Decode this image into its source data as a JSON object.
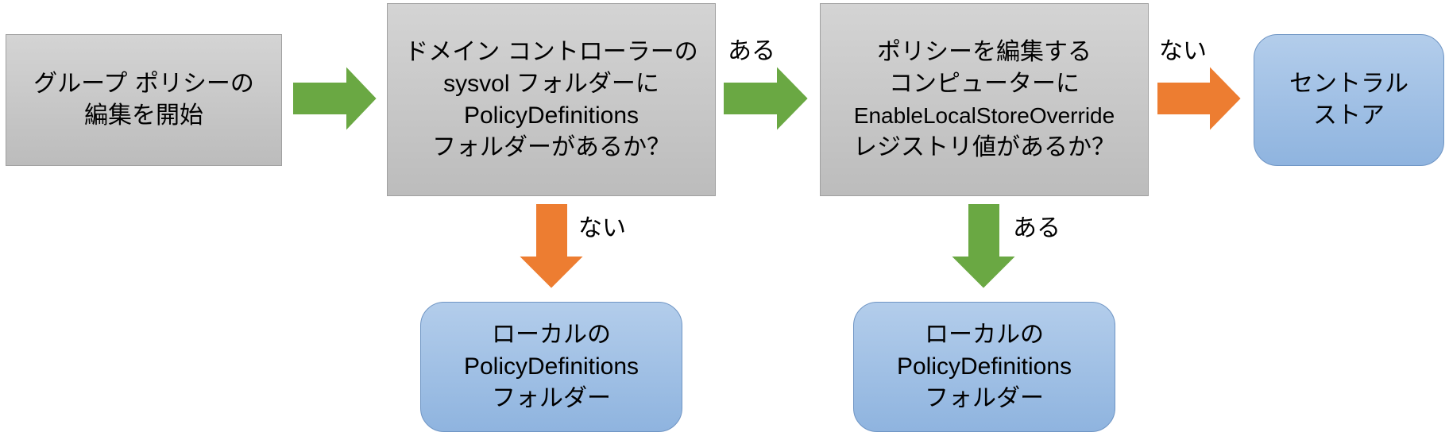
{
  "colors": {
    "yes_arrow": "#6aa843",
    "no_arrow": "#ed7d31",
    "decision_box": "#c8c8c8",
    "result_box": "#9dbde3"
  },
  "nodes": {
    "start": {
      "lines": [
        "グループ ポリシーの",
        "編集を開始"
      ]
    },
    "decision1": {
      "lines": [
        "ドメイン コントローラーの",
        "sysvol フォルダーに",
        "PolicyDefinitions",
        "フォルダーがあるか？"
      ]
    },
    "decision2": {
      "lines": [
        "ポリシーを編集する",
        "コンピューターに",
        "EnableLocalStoreOverride",
        "レジストリ値があるか？"
      ]
    },
    "central": {
      "lines": [
        "セントラル",
        "ストア"
      ]
    },
    "local1": {
      "lines": [
        "ローカルの",
        "PolicyDefinitions",
        "フォルダー"
      ]
    },
    "local2": {
      "lines": [
        "ローカルの",
        "PolicyDefinitions",
        "フォルダー"
      ]
    }
  },
  "edges": {
    "start_to_d1": {
      "direction": "right",
      "color": "yes"
    },
    "d1_yes": {
      "label": "ある",
      "direction": "right",
      "color": "yes"
    },
    "d1_no": {
      "label": "ない",
      "direction": "down",
      "color": "no"
    },
    "d2_no": {
      "label": "ない",
      "direction": "right",
      "color": "no"
    },
    "d2_yes": {
      "label": "ある",
      "direction": "down",
      "color": "yes"
    }
  }
}
